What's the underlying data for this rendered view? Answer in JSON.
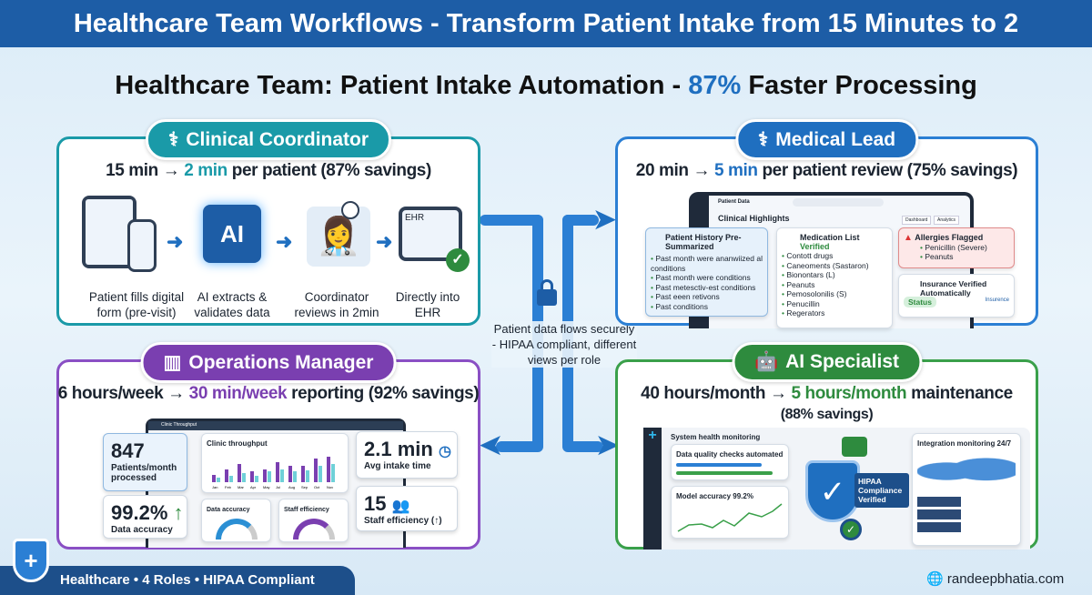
{
  "banner": {
    "title": "Healthcare Team Workflows - Transform Patient Intake from 15 Minutes to 2"
  },
  "subtitle": {
    "prefix": "Healthcare Team: Patient Intake Automation - ",
    "highlight": "87%",
    "suffix": " Faster Processing"
  },
  "colors": {
    "banner": "#1d5da6",
    "teal": "#1a9aa8",
    "blue": "#1f6fc0",
    "purple": "#7a3fb0",
    "green": "#2e8b3e"
  },
  "clinical": {
    "role": "Clinical Coordinator",
    "icon": "stethoscope-icon",
    "before": "15 min → ",
    "after": "2 min",
    "tail": " per patient (87% savings)",
    "steps": [
      "Patient fills digital form (pre-visit)",
      "AI extracts & validates data",
      "Coordinator reviews in 2min",
      "Directly into EHR"
    ],
    "ai_chip": "AI",
    "ehr": "EHR"
  },
  "medical": {
    "role": "Medical Lead",
    "icon": "caduceus-icon",
    "before": "20 min → ",
    "after": "5 min",
    "tail": " per patient review (75% savings)",
    "app_title": "Patient Data",
    "section": "Clinical Highlights",
    "dropdowns": [
      "Dashboard",
      "Analytics"
    ],
    "history": {
      "title": "Patient History Pre-Summarized",
      "items": [
        "Past month were ananwiized al conditions",
        "Past month were conditions",
        "Past metesctiv-est conditions",
        "Past eeen retivons",
        "Past conditions"
      ]
    },
    "medications": {
      "title": "Medication List",
      "status": "Verified",
      "items": [
        "Contott drugs",
        "Caneoments (Sastaron)",
        "Bionontars (L)",
        "Peanuts",
        "Pemosolonilis (S)",
        "Penucillin",
        "Regerators"
      ]
    },
    "allergies": {
      "title": "Allergies Flagged",
      "items": [
        "Penicillin (Severe)",
        "Peanuts"
      ]
    },
    "insurance": {
      "title": "Insurance Verified Automatically",
      "status": "Status",
      "logo": "Insurence"
    }
  },
  "center": {
    "text": "Patient data flows securely - HIPAA compliant, different views per role"
  },
  "operations": {
    "role": "Operations Manager",
    "icon": "bar-chart-icon",
    "before": "6 hours/week → ",
    "after": "30 min/week",
    "tail": " reporting (92% savings)",
    "app_title": "Clinic Throughput",
    "chart_title": "Clinic throughput",
    "chart_months": [
      "Jan",
      "Feb",
      "Mar",
      "Apr",
      "May",
      "Jul",
      "Aug",
      "Sep",
      "Oct",
      "Nov"
    ],
    "patients": {
      "value": "847",
      "label": "Patients/month processed"
    },
    "accuracy": {
      "value": "99.2%",
      "label": "Data accuracy"
    },
    "intake": {
      "value": "2.1 min",
      "label": "Avg intake time"
    },
    "staff": {
      "value": "15",
      "label": "Staff efficiency (↑)"
    },
    "gauge1": "Data accuracy",
    "gauge2": "Staff efficiency"
  },
  "ai": {
    "role": "AI Specialist",
    "icon": "robot-icon",
    "before": "40 hours/month → ",
    "after": "5 hours/month",
    "tail": " maintenance",
    "savings": "(88% savings)",
    "health": "System health monitoring",
    "checks": "Data quality checks automated",
    "model": "Model accuracy 99.2%",
    "hipaa": "HIPAA Compliance Verified",
    "integration": "Integration monitoring 24/7"
  },
  "footer": {
    "badge": "Healthcare • 4 Roles • HIPAA Compliant",
    "site": "randeepbhatia.com"
  }
}
